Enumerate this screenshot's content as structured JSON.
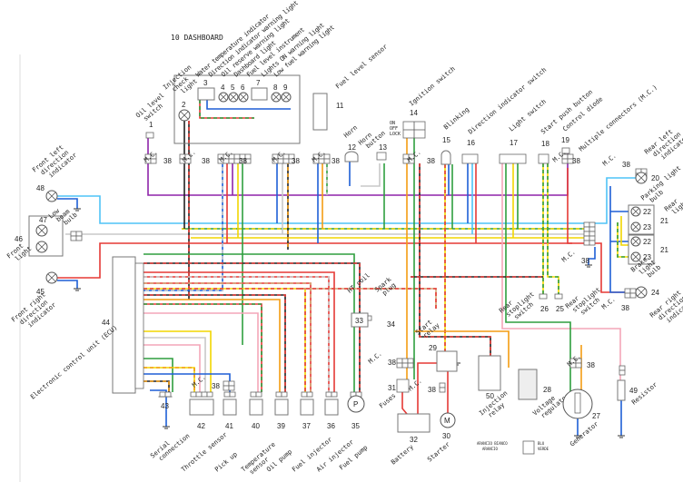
{
  "title": "10  DASHBOARD",
  "mc": {
    "label": "M.C.",
    "num": "38"
  },
  "colors": {
    "red": "#e53935",
    "green": "#2e9e3e",
    "blue": "#1e5fd6",
    "light_blue": "#4fc3f7",
    "yellow": "#f2d600",
    "orange": "#f39c12",
    "purple": "#8e24aa",
    "black": "#222222",
    "gray": "#c8c8c8",
    "pink": "#f4a6b8",
    "brown": "#d4a373"
  },
  "components": {
    "c1": {
      "num": "1",
      "label": [
        "Oil level",
        "switch"
      ]
    },
    "c2": {
      "num": "2",
      "label": [
        "Injection",
        "check",
        "light"
      ]
    },
    "c3": {
      "num": "3",
      "label": "Water temperature indicator"
    },
    "c4": {
      "num": "4",
      "label": "Direction indicator warning light"
    },
    "c5": {
      "num": "5",
      "label": "Oil reserve warning light"
    },
    "c6": {
      "num": "6",
      "label": "Dashboard light"
    },
    "c7": {
      "num": "7",
      "label": "Fuel level instrument"
    },
    "c8": {
      "num": "8",
      "label": "Lights ON warning light"
    },
    "c9": {
      "num": "9",
      "label": "Low fuel warning light"
    },
    "c11": {
      "num": "11",
      "label": "Fuel level sensor"
    },
    "c12": {
      "num": "12",
      "label": "Horn"
    },
    "c13": {
      "num": "13",
      "label": [
        "Horn",
        "button"
      ]
    },
    "c14": {
      "num": "14",
      "label": "Ignition switch",
      "positions": [
        "ON",
        "OFF",
        "LOCK"
      ]
    },
    "c15": {
      "num": "15",
      "label": "Blinking"
    },
    "c16": {
      "num": "16",
      "label": "Direction indicator switch"
    },
    "c17": {
      "num": "17",
      "label": "Light switch"
    },
    "c18": {
      "num": "18",
      "label": "Start push button"
    },
    "c19": {
      "num": "19",
      "label": "Control diode"
    },
    "mc_title": "Multiple connectors (M.C.)",
    "c20": {
      "num": "20",
      "label": [
        "Rear left",
        "direction",
        "indicator"
      ]
    },
    "c21": {
      "num": "21",
      "label": [
        "Rear",
        "light"
      ]
    },
    "c22": {
      "num": "22",
      "label": [
        "Parking light",
        "bulb"
      ]
    },
    "c23": {
      "num": "23",
      "label": [
        "Brake",
        "light",
        "bulb"
      ]
    },
    "c24": {
      "num": "24",
      "label": [
        "Rear right",
        "direction",
        "indicator"
      ]
    },
    "c25": {
      "num": "25",
      "label": [
        "Rear",
        "stoplight",
        "switch"
      ]
    },
    "c26": {
      "num": "26",
      "label": [
        "Rear",
        "stoplight",
        "switch"
      ]
    },
    "c27": {
      "num": "27",
      "label": "Generator"
    },
    "c28": {
      "num": "28",
      "label": [
        "Voltage",
        "regulator"
      ]
    },
    "c29": {
      "num": "29",
      "label": [
        "Start",
        "relay"
      ]
    },
    "c30": {
      "num": "30",
      "label": "Starter",
      "symbol": "M"
    },
    "c31": {
      "num": "31",
      "label": "Fuses"
    },
    "c32": {
      "num": "32",
      "label": "Battery"
    },
    "c33": {
      "num": "33",
      "label": "HT coil"
    },
    "c34": {
      "num": "34",
      "label": [
        "Spark",
        "plug"
      ]
    },
    "c35": {
      "num": "35",
      "label": "Fuel pump",
      "symbol": "P"
    },
    "c36": {
      "num": "36",
      "label": "Air injector"
    },
    "c37": {
      "num": "37",
      "label": "Fuel injector"
    },
    "c39": {
      "num": "39",
      "label": "Oil pump"
    },
    "c40": {
      "num": "40",
      "label": [
        "Temperature",
        "sensor"
      ]
    },
    "c41": {
      "num": "41",
      "label": "Pick up"
    },
    "c42": {
      "num": "42",
      "label": "Throttle sensor"
    },
    "c43": {
      "num": "43",
      "label": [
        "Serial",
        "connection"
      ]
    },
    "c44": {
      "num": "44",
      "label": "Electronic control unit (ECU)"
    },
    "c45": {
      "num": "45",
      "label": [
        "Front right",
        "direction",
        "indicator"
      ]
    },
    "c46": {
      "num": "46",
      "label": [
        "Front",
        "light"
      ]
    },
    "c47": {
      "num": "47",
      "label": [
        "Low",
        "beam",
        "bulb"
      ]
    },
    "c48": {
      "num": "48",
      "label": [
        "Front left",
        "direction",
        "indicator"
      ]
    },
    "c49": {
      "num": "49",
      "label": "Resistor"
    },
    "c50": {
      "num": "50",
      "label": [
        "Injection",
        "relay"
      ]
    }
  },
  "connector_legend": {
    "left": [
      "ARANCIO BIANCO",
      "ARANCIO"
    ],
    "right": [
      "BLU",
      "VERDE"
    ]
  }
}
